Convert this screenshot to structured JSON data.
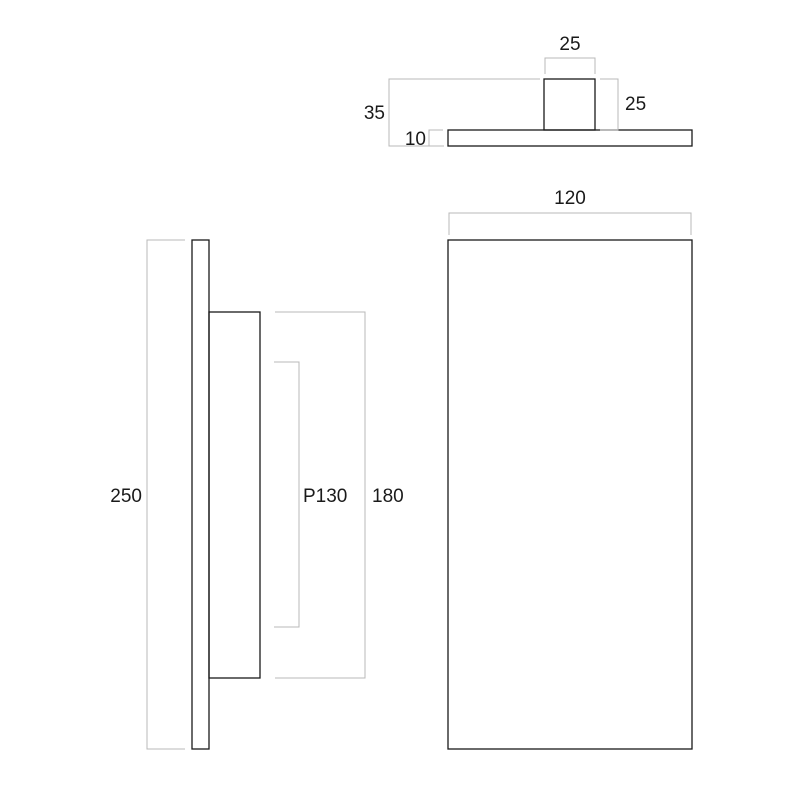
{
  "top_view": {
    "stem_width": "25",
    "stem_height": "25",
    "total_depth": "35",
    "plate_thickness": "10"
  },
  "side_view": {
    "plate_height": "250",
    "center_to_center": "P130",
    "handle_length": "180"
  },
  "front_view": {
    "plate_width": "120"
  }
}
